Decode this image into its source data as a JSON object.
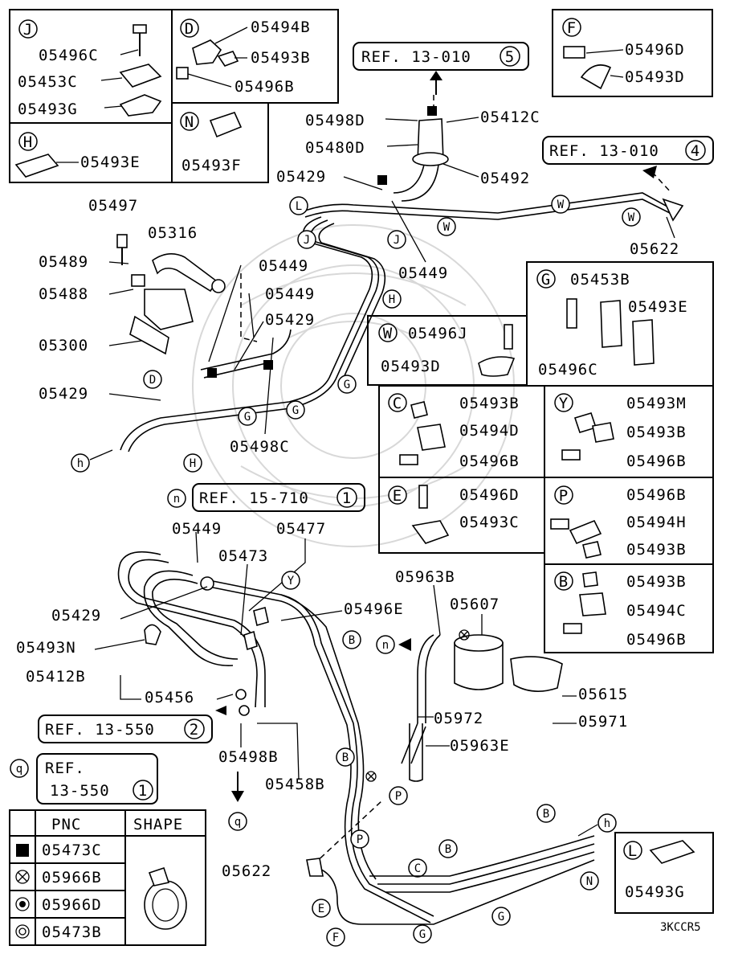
{
  "diagram_id": "3KCCR5",
  "refs": {
    "r1": "REF. 13-010",
    "r1_num": "5",
    "r2": "REF. 13-010",
    "r2_num": "4",
    "r3": "REF. 15-710",
    "r3_num": "1",
    "r4": "REF. 13-550",
    "r4_num": "2",
    "r5a": "REF.",
    "r5b": "13-550",
    "r5_num": "1"
  },
  "boxes": {
    "J": {
      "letter": "J",
      "parts": [
        "05496C",
        "05453C",
        "05493G"
      ]
    },
    "D": {
      "letter": "D",
      "parts": [
        "05494B",
        "05493B",
        "05496B"
      ]
    },
    "N": {
      "letter": "N",
      "parts": [
        "05493F"
      ]
    },
    "H": {
      "letter": "H",
      "parts": [
        "05493E"
      ]
    },
    "F": {
      "letter": "F",
      "parts": [
        "05496D",
        "05493D"
      ]
    },
    "G": {
      "letter": "G",
      "parts": [
        "05453B",
        "05493E",
        "05496C"
      ]
    },
    "W": {
      "letter": "W",
      "parts": [
        "05496J",
        "05493D"
      ]
    },
    "C": {
      "letter": "C",
      "parts": [
        "05493B",
        "05494D",
        "05496B"
      ]
    },
    "Y": {
      "letter": "Y",
      "parts": [
        "05493M",
        "05493B",
        "05496B"
      ]
    },
    "E": {
      "letter": "E",
      "parts": [
        "05496D",
        "05493C"
      ]
    },
    "P": {
      "letter": "P",
      "parts": [
        "05496B",
        "05494H",
        "05493B"
      ]
    },
    "B": {
      "letter": "B",
      "parts": [
        "05493B",
        "05494C",
        "05496B"
      ]
    },
    "L": {
      "letter": "L",
      "parts": [
        "05493G"
      ]
    }
  },
  "labels": {
    "l05498D": "05498D",
    "l05412C": "05412C",
    "l05480D": "05480D",
    "l05492": "05492",
    "l05429a": "05429",
    "l05449a": "05449",
    "l05622a": "05622",
    "l05497": "05497",
    "l05316": "05316",
    "l05489": "05489",
    "l05449b": "05449",
    "l05488": "05488",
    "l05449c": "05449",
    "l05429b": "05429",
    "l05300": "05300",
    "l05429c": "05429",
    "l05498C": "05498C",
    "l05449d": "05449",
    "l05477": "05477",
    "l05473": "05473",
    "l05429d": "05429",
    "l05496E": "05496E",
    "l05493N": "05493N",
    "l05412B": "05412B",
    "l05456": "05456",
    "l05498B": "05498B",
    "l05458B": "05458B",
    "l05963B": "05963B",
    "l05607": "05607",
    "l05615": "05615",
    "l05972": "05972",
    "l05971": "05971",
    "l05963E": "05963E",
    "l05622b": "05622"
  },
  "letters": {
    "L": "L",
    "J": "J",
    "W": "W",
    "H": "H",
    "G": "G",
    "D": "D",
    "h": "h",
    "n": "n",
    "q": "q",
    "Y": "Y",
    "B": "B",
    "P": "P",
    "C": "C",
    "E": "E",
    "F": "F",
    "N": "N"
  },
  "legend": {
    "header_pnc": "PNC",
    "header_shape": "SHAPE",
    "rows": [
      "05473C",
      "05966B",
      "05966D",
      "05473B"
    ]
  }
}
